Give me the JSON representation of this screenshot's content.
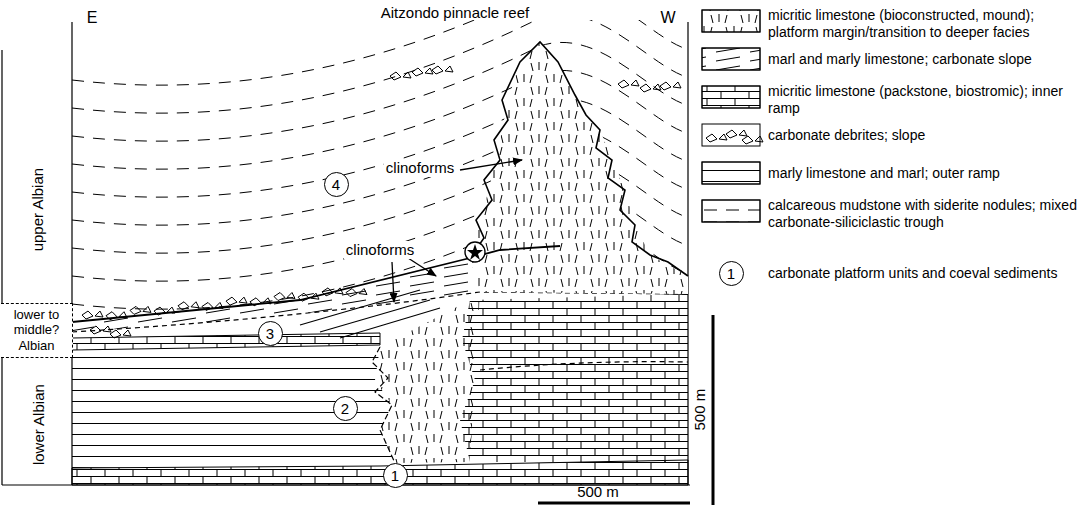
{
  "diagram": {
    "nodes": [
      {
        "text": [
          "lower to middle? Albian"
        ]
      },
      {
        "text": [
          "4"
        ]
      },
      {
        "text": [
          "3"
        ]
      },
      {
        "text": [
          "2"
        ]
      },
      {
        "text": [
          "1"
        ]
      },
      {
        "text": [
          "1"
        ]
      }
    ],
    "labels": [
      "E",
      "W",
      "Aitzondo pinnacle reef",
      "upper Albian",
      "lower Albian",
      "clinoforms",
      "clinoforms",
      "500 m",
      "500 m"
    ],
    "legend": [
      {
        "text": "micritic limestone (bioconstructed, mound); platform margin/transition to deeper facies"
      },
      {
        "text": "marl and marly limestone; carbonate slope"
      },
      {
        "text": "micritic limestone (packstone, biostromic); inner ramp"
      },
      {
        "text": "carbonate debrites; slope"
      },
      {
        "text": "marly limestone and marl; outer ramp"
      },
      {
        "text": "calcareous mudstone with siderite nodules; mixed carbonate-siliciclastic trough"
      },
      {
        "text": "carbonate platform units and coeval sediments"
      }
    ]
  }
}
